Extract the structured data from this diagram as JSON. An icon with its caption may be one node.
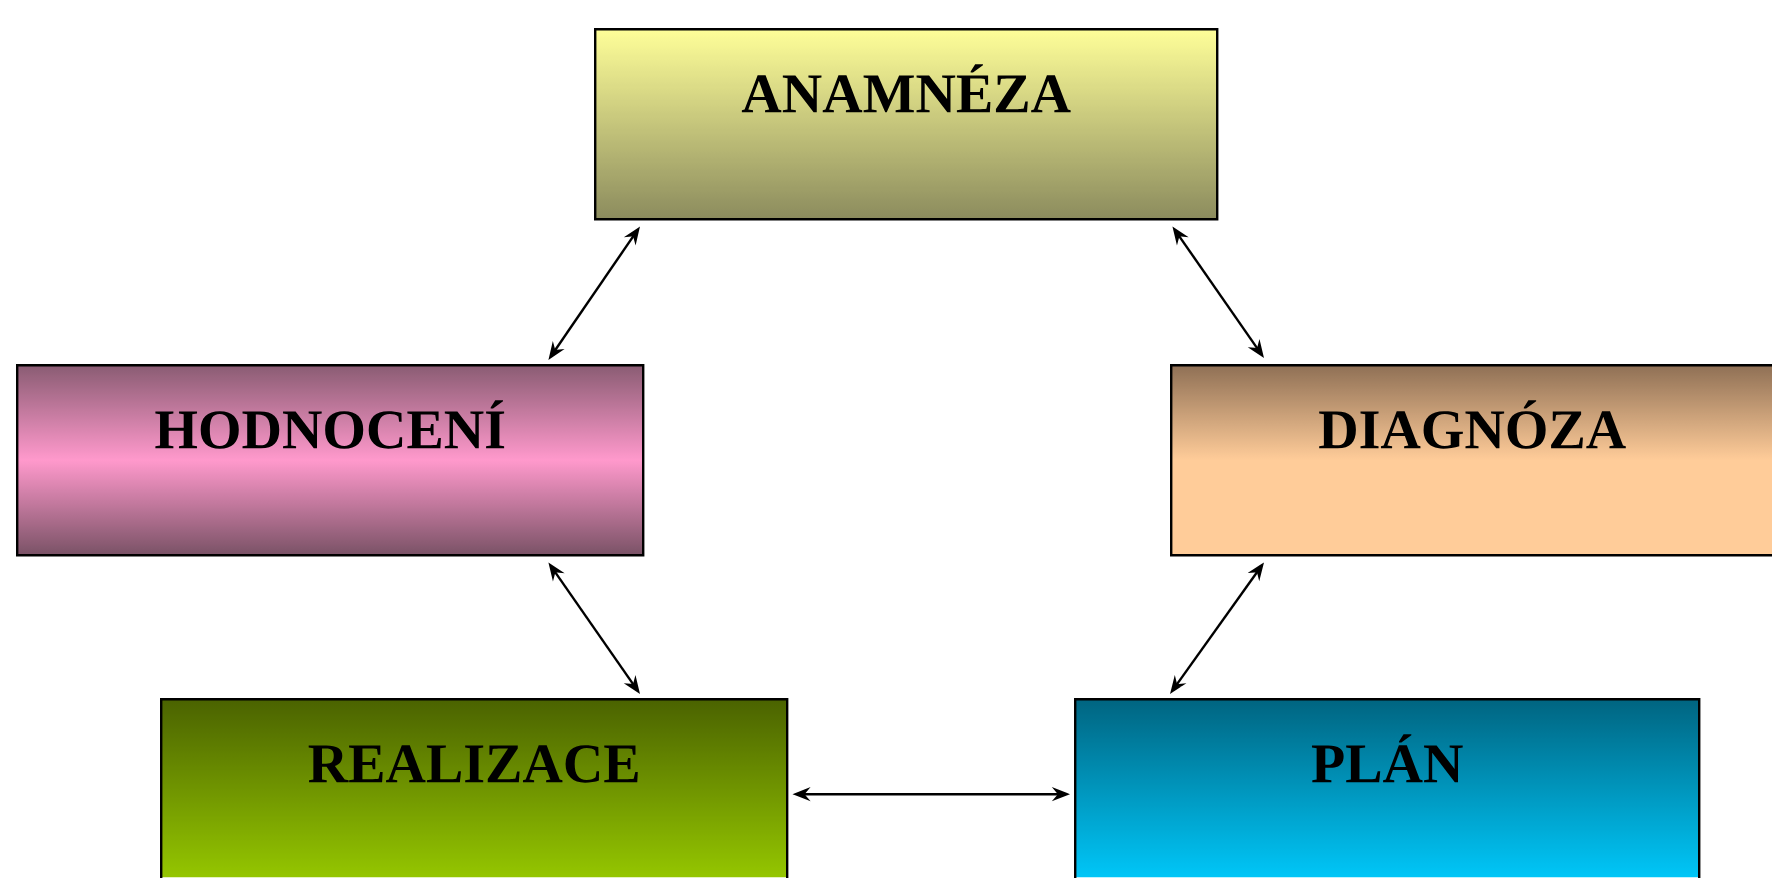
{
  "diagram": {
    "nodes": [
      {
        "text": [
          "ANAMNÉZA"
        ]
      },
      {
        "text": [
          "HODNOCENÍ"
        ]
      },
      {
        "text": [
          "DIAGNÓZA"
        ]
      },
      {
        "text": [
          "REALIZACE"
        ]
      },
      {
        "text": [
          "PLÁN"
        ]
      }
    ],
    "edges": [
      {
        "from": 0,
        "to": 2,
        "arrow": "both"
      },
      {
        "from": 2,
        "to": 4,
        "arrow": "both"
      },
      {
        "from": 4,
        "to": 3,
        "arrow": "both"
      },
      {
        "from": 3,
        "to": 1,
        "arrow": "both"
      },
      {
        "from": 1,
        "to": 0,
        "arrow": "both"
      }
    ]
  }
}
